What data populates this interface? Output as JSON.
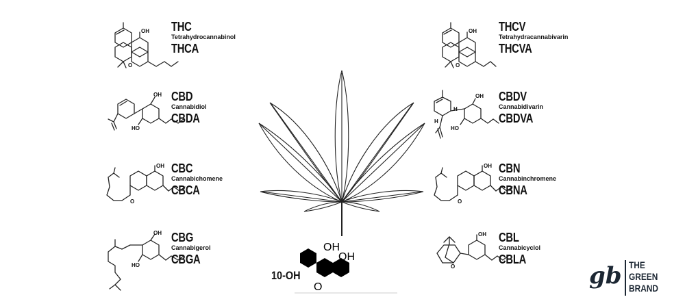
{
  "molecules": {
    "thc": {
      "abbr": "THC",
      "full": "Tetrahydrocannabinol",
      "acid": "THCA",
      "oh": "OH"
    },
    "cbd": {
      "abbr": "CBD",
      "full": "Cannabidiol",
      "acid": "CBDA",
      "oh": "OH",
      "oh2": "HO"
    },
    "cbc": {
      "abbr": "CBC",
      "full": "Cannabichomene",
      "acid": "CBCA",
      "oh": "OH"
    },
    "cbg": {
      "abbr": "CBG",
      "full": "Cannabigerol",
      "acid": "CBGA",
      "oh": "OH",
      "oh2": "HO"
    },
    "thcv": {
      "abbr": "THCV",
      "full": "Tetrahydracannabivarin",
      "acid": "THCVA",
      "oh": "OH"
    },
    "cbdv": {
      "abbr": "CBDV",
      "full": "Cannabidivarin",
      "acid": "CBDVA",
      "oh": "OH",
      "oh2": "HO",
      "h": "H"
    },
    "cbn": {
      "abbr": "CBN",
      "full": "Cannabinchromene",
      "acid": "CBNA",
      "oh": "OH"
    },
    "cbl": {
      "abbr": "CBL",
      "full": "Cannabicyclol",
      "acid": "CBLA",
      "oh": "OH"
    }
  },
  "ring_o": "O",
  "ten_oh": {
    "label": "10-OH",
    "oh_a": "OH",
    "oh_b": "OH"
  },
  "brand": {
    "line1": "THE",
    "line2": "GREEN",
    "line3": "BRAND",
    "mark": "gb"
  }
}
